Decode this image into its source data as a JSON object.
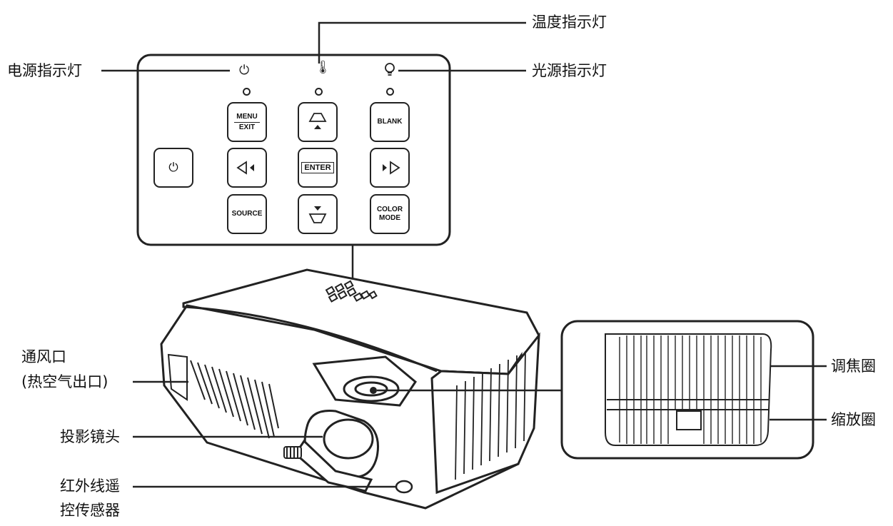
{
  "control_panel": {
    "indicators": {
      "power_label": "电源指示灯",
      "temp_label": "温度指示灯",
      "lamp_label": "光源指示灯",
      "power_icon": "power-icon",
      "temp_icon": "thermometer-icon",
      "lamp_icon": "lightbulb-icon"
    },
    "buttons": {
      "power": "⏻",
      "menu_top": "MENU",
      "menu_bottom": "EXIT",
      "keystone_up": "keystone-up-icon",
      "blank": "BLANK",
      "left": "left-arrow-icon",
      "enter": "ENTER",
      "right": "right-arrow-icon",
      "source": "SOURCE",
      "keystone_down": "keystone-down-icon",
      "color_top": "COLOR",
      "color_bottom": "MODE"
    }
  },
  "projector": {
    "vent_label_line1": "通风口",
    "vent_label_line2": "(热空气出口)",
    "lens_label": "投影镜头",
    "ir_label_line1": "红外线遥",
    "ir_label_line2": "控传感器"
  },
  "lens_detail": {
    "focus_label": "调焦圈",
    "zoom_label": "缩放圈"
  }
}
